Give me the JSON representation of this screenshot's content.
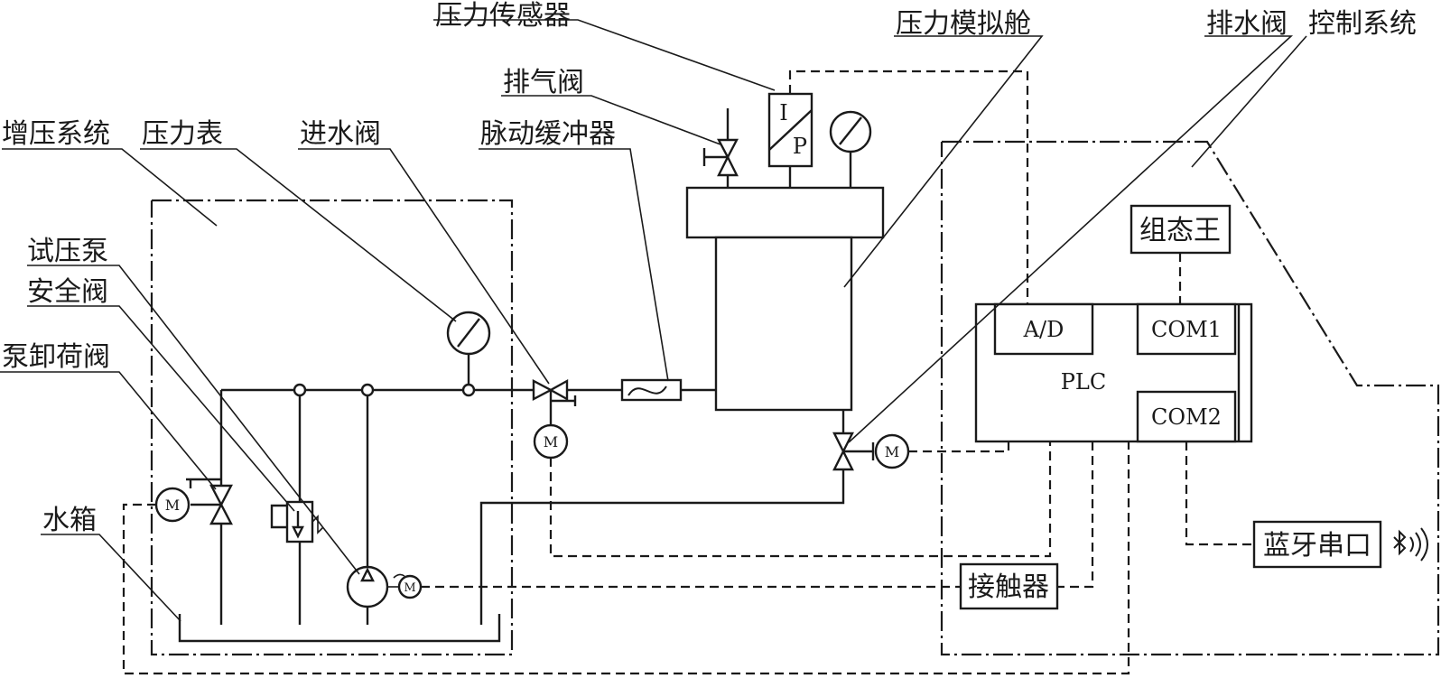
{
  "labels": {
    "pressure_sensor": "压力传感器",
    "pressure_chamber": "压力模拟舱",
    "drain_valve": "排水阀",
    "control_system": "控制系统",
    "exhaust_valve": "排气阀",
    "boost_system": "增压系统",
    "pressure_gauge": "压力表",
    "inlet_valve": "进水阀",
    "pulse_buffer": "脉动缓冲器",
    "test_pump": "试压泵",
    "safety_valve": "安全阀",
    "pump_unload_valve": "泵卸荷阀",
    "water_tank": "水箱"
  },
  "blocks": {
    "kingview": "组态王",
    "plc": "PLC",
    "ad": "A/D",
    "com1": "COM1",
    "com2": "COM2",
    "contactor": "接触器",
    "bluetooth_serial": "蓝牙串口"
  },
  "symbols": {
    "transducer_i": "I",
    "transducer_p": "P",
    "motor": "M"
  },
  "icons": {
    "bluetooth": "bluetooth-icon"
  }
}
